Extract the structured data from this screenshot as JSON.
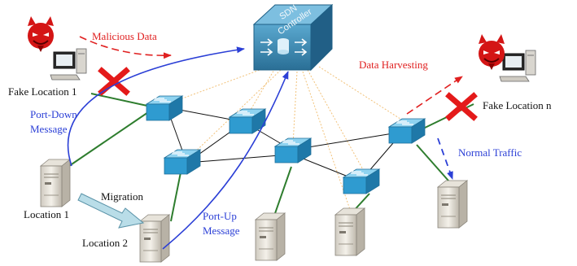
{
  "controller": {
    "line1": "SDN",
    "line2": "Controller"
  },
  "labels": {
    "malicious_data": "Malicious Data",
    "fake_location_1": "Fake Location 1",
    "fake_location_n": "Fake Location n",
    "data_harvesting": "Data Harvesting",
    "port_down_1": "Port-Down",
    "port_down_2": "Message",
    "port_up_1": "Port-Up",
    "port_up_2": "Message",
    "migration": "Migration",
    "location_1": "Location 1",
    "location_2": "Location 2",
    "normal_traffic": "Normal Traffic"
  },
  "colors": {
    "malicious": "#e02020",
    "control_message": "#2b3fd6",
    "switch_link": "#111111",
    "host_link": "#2e7d2e",
    "controller_link": "#f2c27a",
    "switch_face": "#3aa6d8",
    "controller_body": "#2f7ea8",
    "migration_arrow": "#b9dde8"
  },
  "icons": [
    "devil-attacker-icon",
    "computer-icon",
    "blocked-x-icon",
    "switch-icon",
    "server-icon",
    "sdn-controller-icon"
  ]
}
